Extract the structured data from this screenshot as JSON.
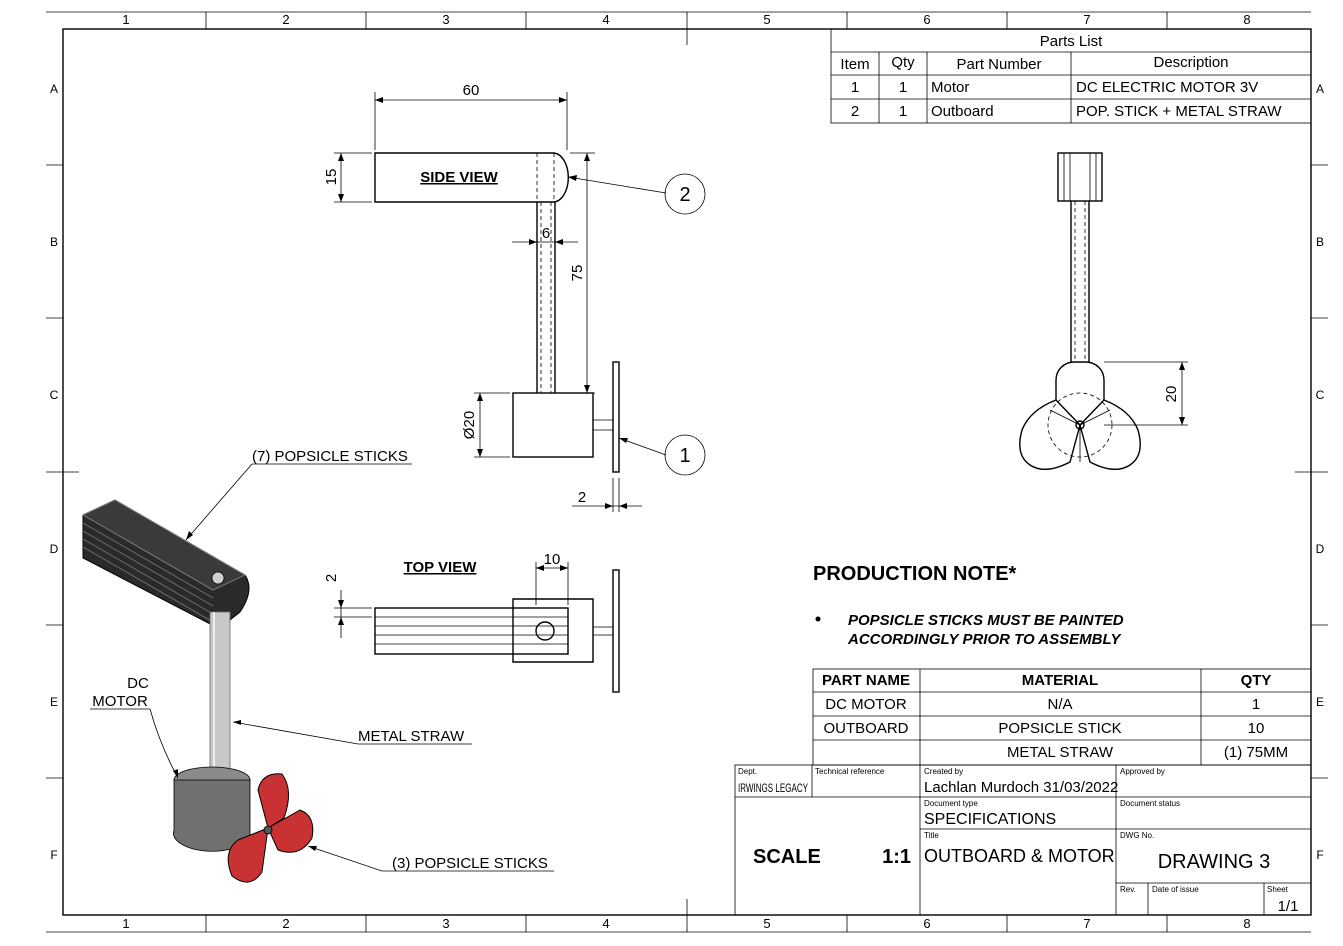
{
  "border": {
    "columns": [
      "1",
      "2",
      "3",
      "4",
      "5",
      "6",
      "7",
      "8"
    ],
    "rows": [
      "A",
      "B",
      "C",
      "D",
      "E",
      "F"
    ]
  },
  "parts_list": {
    "title": "Parts List",
    "headers": [
      "Item",
      "Qty",
      "Part Number",
      "Description"
    ],
    "rows": [
      {
        "item": "1",
        "qty": "1",
        "part": "Motor",
        "desc": "DC ELECTRIC MOTOR 3V"
      },
      {
        "item": "2",
        "qty": "1",
        "part": "Outboard",
        "desc": "POP. STICK + METAL STRAW"
      }
    ]
  },
  "side_view": {
    "title": "SIDE VIEW",
    "dims": {
      "width": "60",
      "height": "15",
      "straw": "6",
      "length": "75",
      "motor": "Ø20",
      "gap": "2"
    },
    "balloons": [
      "2",
      "1"
    ]
  },
  "top_view": {
    "title": "TOP VIEW",
    "dims": {
      "slot": "10",
      "thick": "2"
    }
  },
  "front_view": {
    "dims": {
      "hub": "20"
    }
  },
  "iso_labels": {
    "sticks_top": "(7) POPSICLE STICKS",
    "dc": "DC",
    "motor": "MOTOR",
    "straw": "METAL STRAW",
    "sticks_prop": "(3) POPSICLE STICKS"
  },
  "production_note": {
    "title": "PRODUCTION NOTE*",
    "line1": "POPSICLE STICKS MUST BE PAINTED",
    "line2": "ACCORDINGLY PRIOR TO ASSEMBLY"
  },
  "materials": {
    "headers": [
      "PART NAME",
      "MATERIAL",
      "QTY"
    ],
    "rows": [
      {
        "part": "DC MOTOR",
        "material": "N/A",
        "qty": "1"
      },
      {
        "part": "OUTBOARD",
        "material": "POPSICLE STICK",
        "qty": "10"
      },
      {
        "part": "",
        "material": "METAL STRAW",
        "qty": "(1) 75MM"
      }
    ]
  },
  "title_block": {
    "dept_label": "Dept.",
    "dept": "IRWINGS LEGACY",
    "techref_label": "Technical reference",
    "created_label": "Created by",
    "created": "Lachlan Murdoch 31/03/2022",
    "approved_label": "Approved by",
    "doctype_label": "Document type",
    "doctype": "SPECIFICATIONS",
    "docstatus_label": "Document status",
    "title_label": "Title",
    "title": "OUTBOARD & MOTOR",
    "dwgno_label": "DWG No.",
    "dwgno": "DRAWING 3",
    "scale_label": "SCALE",
    "scale": "1:1",
    "rev_label": "Rev.",
    "date_label": "Date of issue",
    "sheet_label": "Sheet",
    "sheet": "1/1"
  },
  "colors": {
    "stick": "#2a2a2a",
    "straw": "#c8c8c8",
    "motor": "#707070",
    "propeller": "#c83232"
  }
}
